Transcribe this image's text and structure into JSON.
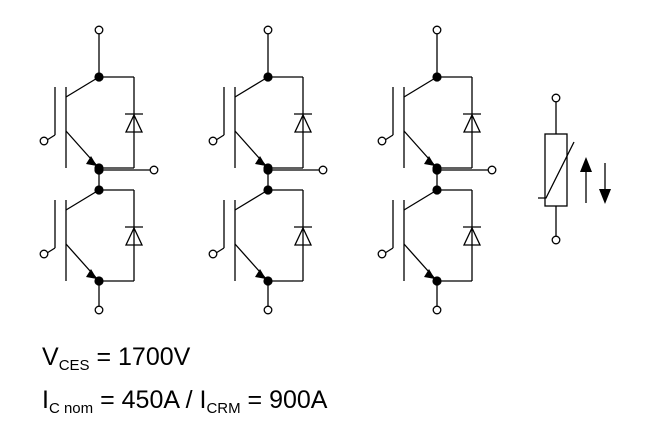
{
  "legs": [
    {
      "id": "leg-1"
    },
    {
      "id": "leg-2"
    },
    {
      "id": "leg-3"
    }
  ],
  "thermistor": {
    "arrow_up": "up-arrow-icon",
    "arrow_down": "down-arrow-icon"
  },
  "specs": {
    "vces": {
      "sym": "V",
      "sub": "CES",
      "text": " = 1700V"
    },
    "ic": {
      "sym": "I",
      "sub": "C nom",
      "text1": " = 450A / ",
      "sym2": "I",
      "sub2": "CRM",
      "text2": " = 900A"
    }
  },
  "colors": {
    "line": "#000000",
    "background": "#ffffff"
  }
}
